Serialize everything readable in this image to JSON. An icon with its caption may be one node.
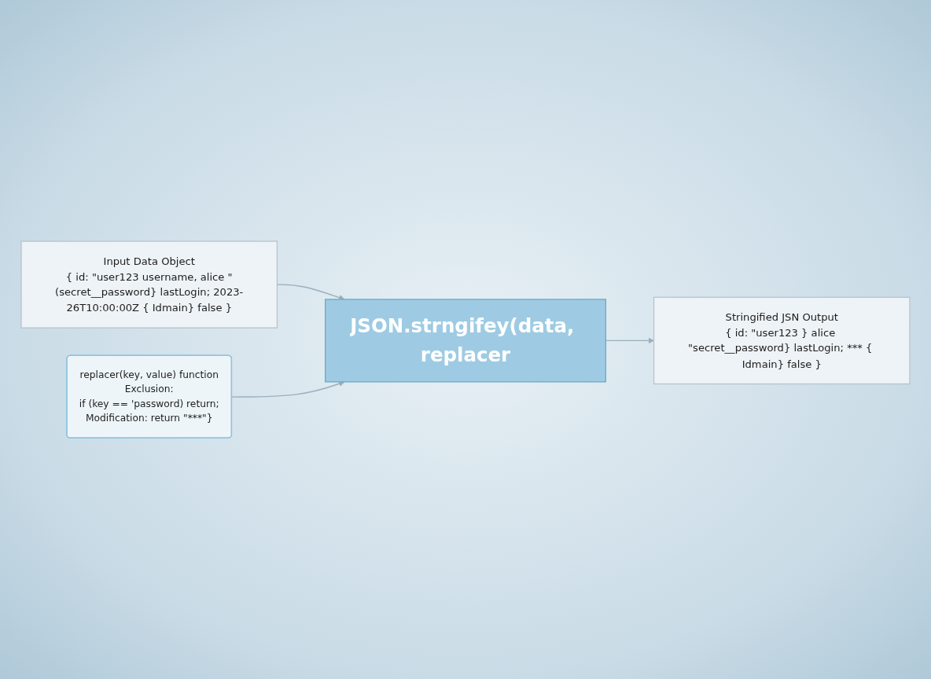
{
  "diagram": {
    "nodes": [
      {
        "text": [
          "Input Data Object",
          "{ id: \"user123 username, alice \"(secret__password} lastLogin; 2023-26T10:00:00Z { Idmain} false }"
        ]
      },
      {
        "text": [
          "replacer(key, value) function",
          "Exclusion:",
          "if (key == 'password) return;",
          "Modification: return \"***\"}"
        ]
      },
      {
        "text": [
          "JSON.strngifey(data, replacer"
        ]
      },
      {
        "text": [
          "Stringified JSN Output",
          "{ id: \"user123 } alice \"secret__password} lastLogin; *** { Idmain} false }"
        ]
      }
    ],
    "edges": [
      {
        "from": 0,
        "to": 2,
        "arrow": "to"
      },
      {
        "from": 1,
        "to": 2,
        "arrow": "to"
      },
      {
        "from": 2,
        "to": 3,
        "arrow": "to"
      }
    ]
  }
}
